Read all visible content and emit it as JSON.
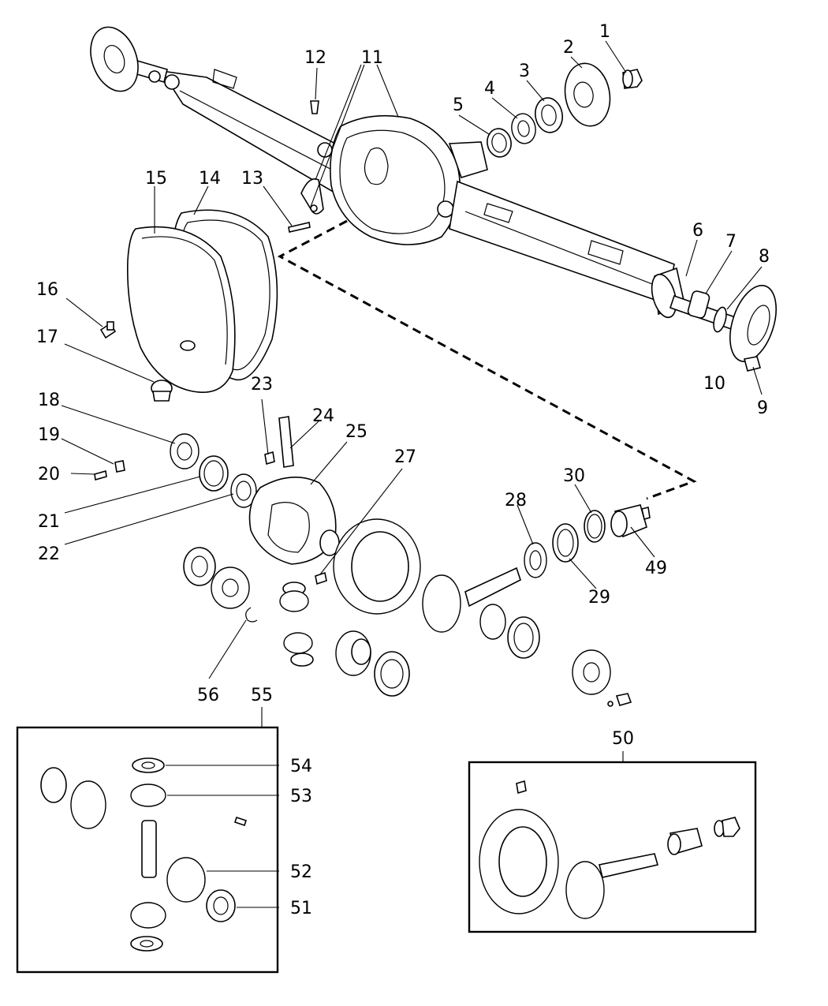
{
  "diagram": {
    "callouts": [
      {
        "id": "1",
        "text": "1"
      },
      {
        "id": "2",
        "text": "2"
      },
      {
        "id": "3",
        "text": "3"
      },
      {
        "id": "4",
        "text": "4"
      },
      {
        "id": "5",
        "text": "5"
      },
      {
        "id": "6",
        "text": "6"
      },
      {
        "id": "7",
        "text": "7"
      },
      {
        "id": "8",
        "text": "8"
      },
      {
        "id": "9",
        "text": "9"
      },
      {
        "id": "10",
        "text": "10"
      },
      {
        "id": "11",
        "text": "11"
      },
      {
        "id": "12",
        "text": "12"
      },
      {
        "id": "13",
        "text": "13"
      },
      {
        "id": "14",
        "text": "14"
      },
      {
        "id": "15",
        "text": "15"
      },
      {
        "id": "16",
        "text": "16"
      },
      {
        "id": "17",
        "text": "17"
      },
      {
        "id": "18",
        "text": "18"
      },
      {
        "id": "19",
        "text": "19"
      },
      {
        "id": "20",
        "text": "20"
      },
      {
        "id": "21",
        "text": "21"
      },
      {
        "id": "22",
        "text": "22"
      },
      {
        "id": "23",
        "text": "23"
      },
      {
        "id": "24",
        "text": "24"
      },
      {
        "id": "25",
        "text": "25"
      },
      {
        "id": "27",
        "text": "27"
      },
      {
        "id": "28",
        "text": "28"
      },
      {
        "id": "29",
        "text": "29"
      },
      {
        "id": "30",
        "text": "30"
      },
      {
        "id": "49",
        "text": "49"
      },
      {
        "id": "50",
        "text": "50"
      },
      {
        "id": "51",
        "text": "51"
      },
      {
        "id": "52",
        "text": "52"
      },
      {
        "id": "53",
        "text": "53"
      },
      {
        "id": "54",
        "text": "54"
      },
      {
        "id": "55",
        "text": "55"
      },
      {
        "id": "56",
        "text": "56"
      }
    ]
  }
}
